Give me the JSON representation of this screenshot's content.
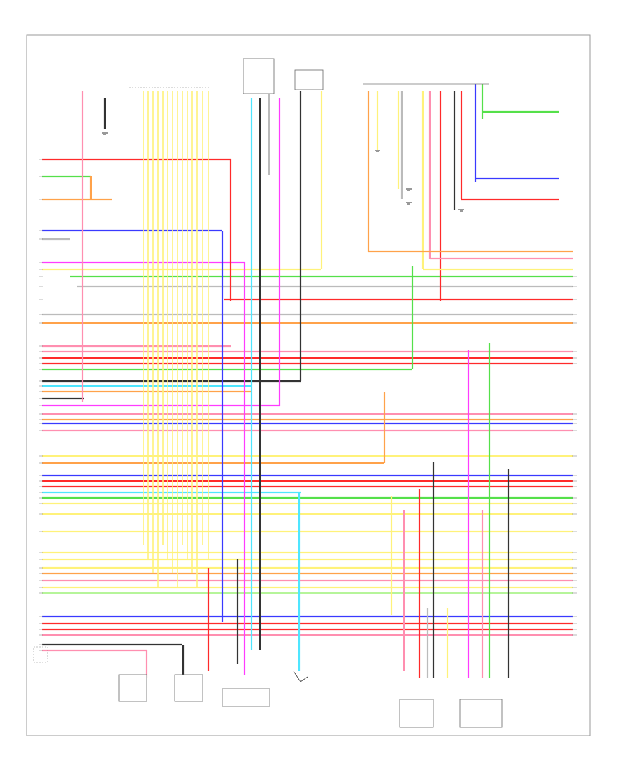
{
  "diagram": {
    "page_number": "",
    "top_components": [
      {
        "id": "c1",
        "label_lines": [
          "",
          "",
          ""
        ]
      },
      {
        "id": "c2",
        "label_lines": [
          "",
          ""
        ]
      },
      {
        "id": "c3",
        "label_lines": [
          "",
          "",
          ""
        ]
      },
      {
        "id": "c4",
        "label_lines": [
          "",
          "",
          ""
        ]
      },
      {
        "id": "c5",
        "label_lines": [
          "",
          ""
        ]
      }
    ],
    "bottom_components": [
      {
        "id": "b1",
        "label_lines": [
          "",
          "",
          ""
        ]
      },
      {
        "id": "b2",
        "label_lines": [
          "",
          "",
          ""
        ]
      },
      {
        "id": "b3",
        "label_lines": [
          "",
          "",
          ""
        ]
      },
      {
        "id": "b4",
        "label_lines": [
          "",
          "",
          ""
        ]
      },
      {
        "id": "b5",
        "label_lines": [
          "",
          "",
          ""
        ]
      },
      {
        "id": "b6",
        "label_lines": [
          "",
          "",
          ""
        ]
      },
      {
        "id": "b7",
        "label_lines": [
          "",
          "",
          ""
        ]
      }
    ],
    "wire_colors": {
      "red": "#ff2a2a",
      "pink": "#ff8fb0",
      "green": "#55e04a",
      "blue": "#3a3aff",
      "yellow": "#fff27a",
      "orange": "#ffa24a",
      "magenta": "#ff3cff",
      "cyan": "#4fe6ff",
      "black": "#333333",
      "gray": "#bbbbbb",
      "light_green": "#b6f59a"
    }
  }
}
